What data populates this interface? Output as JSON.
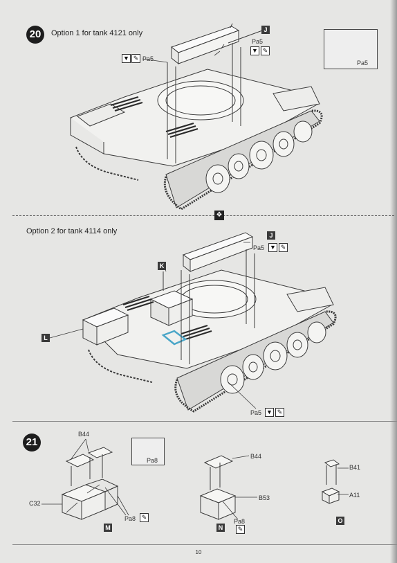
{
  "step20": {
    "number": "20",
    "option1": "Option 1 for tank 4121 only",
    "option2": "Option 2 for tank 4114 only",
    "parts": {
      "J": "J",
      "K": "K",
      "L": "L"
    },
    "callout": "Pa5",
    "inset_part": "Pa5"
  },
  "step21": {
    "number": "21",
    "parts": {
      "b44_a": "B44",
      "c32": "C32",
      "pa8_a": "Pa8",
      "b44_b": "B44",
      "b53": "B53",
      "pa8_b": "Pa8",
      "b41": "B41",
      "a11": "A11"
    },
    "inset_part": "Pa8",
    "sub": {
      "M": "M",
      "N": "N",
      "O": "O"
    }
  },
  "page_number": "10",
  "colors": {
    "inset_green": "#8fbf3a",
    "inset_green_dark": "#6a9a22",
    "highlight_blue": "#4aa6c8"
  }
}
